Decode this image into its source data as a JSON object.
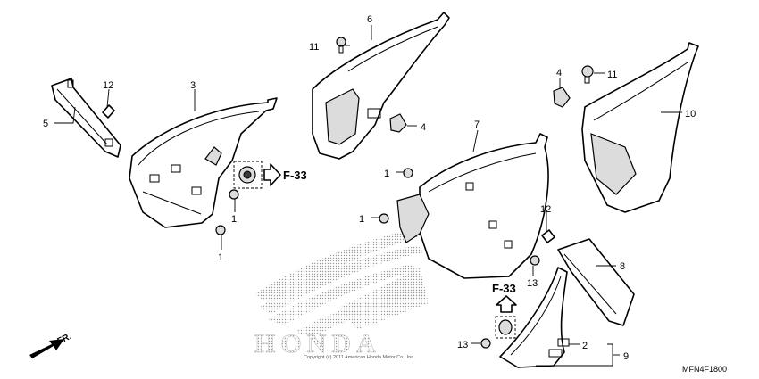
{
  "diagram": {
    "code": "MFN4F1800",
    "copyright": "Copyright (c) 2011 American Honda Motor Co., Inc.",
    "watermark": "HONDA",
    "direction_label": "FR.",
    "ref_label": "F-33",
    "labels": {
      "c1a": "1",
      "c1b": "1",
      "c1c": "1",
      "c1d": "1",
      "c2": "2",
      "c3": "3",
      "c4a": "4",
      "c4b": "4",
      "c5": "5",
      "c6": "6",
      "c7": "7",
      "c8": "8",
      "c9": "9",
      "c10": "10",
      "c11a": "11",
      "c11b": "11",
      "c12a": "12",
      "c12b": "12",
      "c13a": "13",
      "c13b": "13"
    }
  }
}
